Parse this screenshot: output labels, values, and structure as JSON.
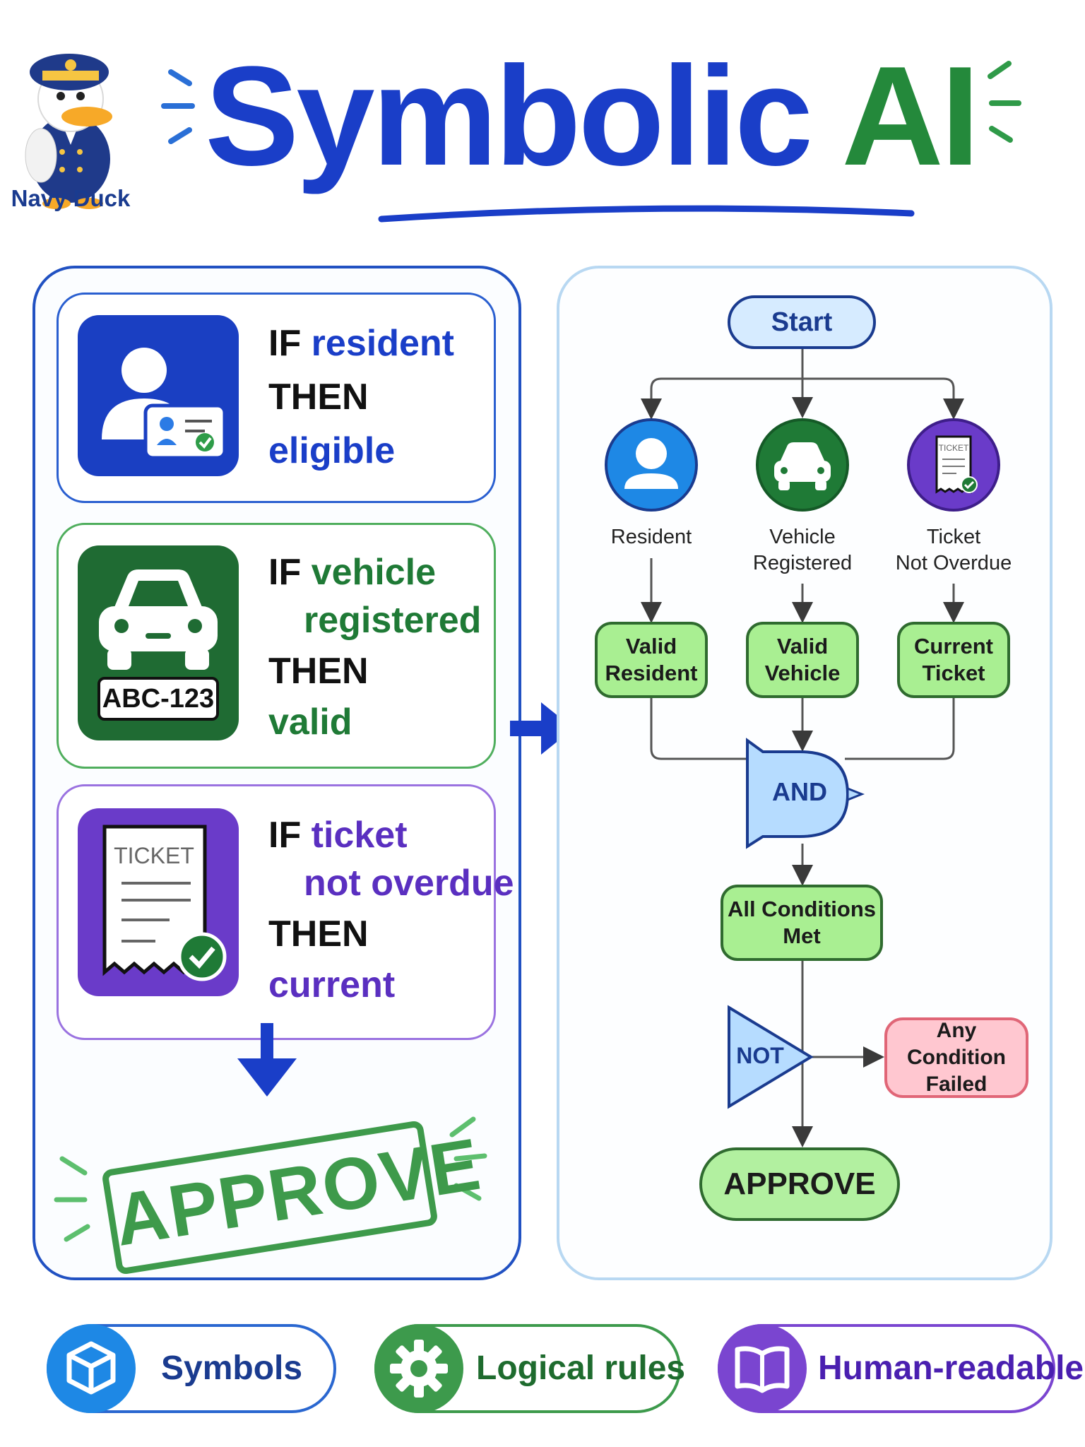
{
  "header": {
    "logo_label": "Navy Duck",
    "title_part1": "Symbolic",
    "title_part2": "AI"
  },
  "rules": [
    {
      "if_word": "IF",
      "condition": [
        "resident"
      ],
      "then_word": "THEN",
      "result": "eligible",
      "color": "#1a3ec8",
      "icon": "id-card-icon"
    },
    {
      "if_word": "IF",
      "condition": [
        "vehicle",
        "registered"
      ],
      "then_word": "THEN",
      "result": "valid",
      "color": "#1f7a36",
      "icon": "car-icon",
      "plate": "ABC-123"
    },
    {
      "if_word": "IF",
      "condition": [
        "ticket",
        "not overdue"
      ],
      "then_word": "THEN",
      "result": "current",
      "color": "#5a2fc0",
      "icon": "ticket-icon",
      "ticket_label": "TICKET"
    }
  ],
  "stamp": {
    "label": "APPROVE",
    "color": "#3e9a4b"
  },
  "flowchart": {
    "start": "Start",
    "inputs": [
      {
        "label": [
          "Resident"
        ],
        "color": "#1e88e5",
        "icon": "person-icon"
      },
      {
        "label": [
          "Vehicle",
          "Registered"
        ],
        "color": "#1f7a36",
        "icon": "car-icon"
      },
      {
        "label": [
          "Ticket",
          "Not Overdue"
        ],
        "color": "#6a3bc9",
        "icon": "ticket-icon",
        "ticket_label": "TICKET"
      }
    ],
    "checks": [
      [
        "Valid",
        "Resident"
      ],
      [
        "Valid",
        "Vehicle"
      ],
      [
        "Current",
        "Ticket"
      ]
    ],
    "and_gate": "AND",
    "all_met": [
      "All Conditions",
      "Met"
    ],
    "not_gate": "NOT",
    "failed": [
      "Any Condition",
      "Failed"
    ],
    "approve": "APPROVE"
  },
  "footer": [
    {
      "label": "Symbols",
      "color": "#1e88e5",
      "text_color": "#1a3b8f",
      "border": "#2a67d0",
      "icon": "cube-icon"
    },
    {
      "label": "Logical rules",
      "color": "#3d9a4c",
      "text_color": "#1e6b2e",
      "border": "#3d9a4c",
      "icon": "gear-icon"
    },
    {
      "label": "Human-readable",
      "color": "#7a45d0",
      "text_color": "#4a1fb0",
      "border": "#7a45d0",
      "icon": "book-icon"
    }
  ]
}
